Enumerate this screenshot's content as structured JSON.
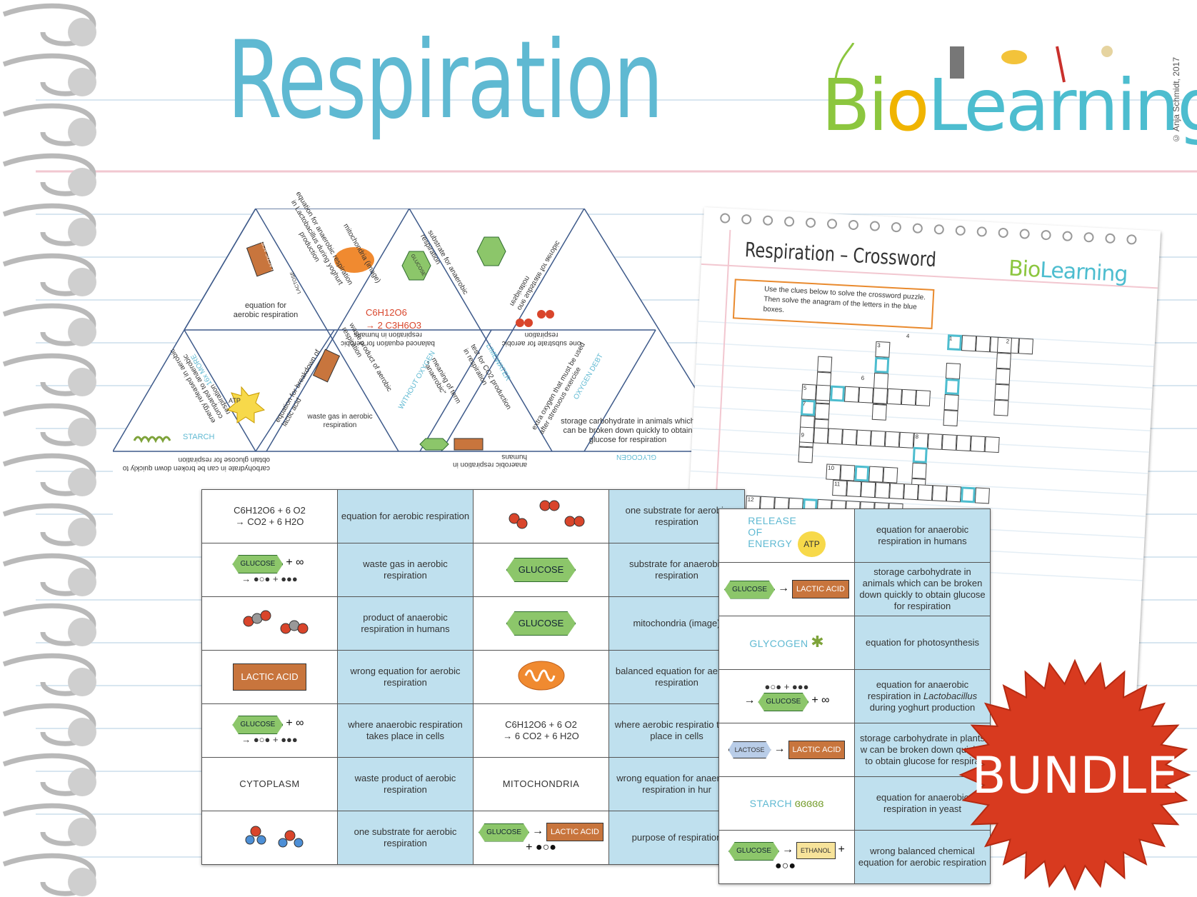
{
  "page": {
    "title": "Respiration",
    "logo": "BioLearning",
    "copyright": "© Anja Schmidt, 2017",
    "badge": "BUNDLE"
  },
  "colors": {
    "title_blue": "#5fb9d2",
    "logo_green": "#8cc63f",
    "cell_blue": "#bfe0ee",
    "badge_red": "#d83a1f",
    "equation_red": "#d9452b"
  },
  "tarsia": {
    "labels": {
      "equation_aerobic": "equation for aerobic respiration",
      "yoghurt": "equation for anaerobic respiration in Lactobacillus during yoghurt production",
      "mitochondria_image": "mitochondria (image)",
      "substrate_anaerobic": "substrate for anaerobic respiration",
      "one_substrate": "one substrate for aerobic respiration",
      "formula_top": "C6H12O6",
      "formula_bottom": "→ 2 C3H6O3",
      "lactic_acid_small": "LACTIC ACID",
      "lactose_small": "LACTOSE",
      "glucose_small": "GLUCOSE",
      "energy_released": "energy released in aerobic compared to anaerobic respiration",
      "breakdown_lactic": "equation for breakdown of lactic acid",
      "waste_product_aerobic": "waste product of aerobic respiration",
      "balanced_equation": "balanced equation for aerobic respiration in humans",
      "meaning_anaerobic": "meaning of term \"anaerobic\"",
      "test_co2": "test for CO2 production in respiration",
      "one_substrate_flip": "one substrate for aerobic respiration",
      "extra_oxygen": "extra oxygen that must be used after strenuous exercise",
      "times_more": "16x MORE",
      "without_oxygen": "WITHOUT OXYGEN",
      "limewater": "LIMEWATER",
      "oxygen_debt": "OXYGEN DEBT",
      "atp": "ATP",
      "starch": "STARCH",
      "waste_gas": "waste gas in aerobic respiration",
      "storage_animals": "storage carbohydrate in animals which can be broken down quickly to obtain glucose for respiration",
      "bottom_flip": "carbohydrate in can be broken down quickly to obtain glucose for respiration",
      "anaerobic_flip": "anaerobic respiration in humans",
      "glycogen": "GLYCOGEN"
    }
  },
  "crossword": {
    "title": "Respiration – Crossword",
    "instructions_line1": "Use the clues below to solve the crossword puzzle.",
    "instructions_line2": "Then solve the anagram of the letters in the blue boxes.",
    "logo": "BioLearning",
    "clue_numbers": [
      "1",
      "2",
      "3",
      "4",
      "5",
      "6",
      "7",
      "8",
      "9",
      "10",
      "11",
      "12"
    ]
  },
  "dominoes_left": {
    "rows": [
      {
        "c1_top": "C6H12O6 + 6 O2",
        "c1_bottom": "→   CO2 + 6 H2O",
        "c2": "equation for aerobic respiration",
        "c3": "",
        "c4": "one substrate for aerobic respiration"
      },
      {
        "c1_hex": "GLUCOSE",
        "c2": "waste gas in aerobic respiration",
        "c3_hex": "GLUCOSE",
        "c4": "substrate for anaerobic respiration"
      },
      {
        "c1": "",
        "c2": "product of anaerobic respiration in humans",
        "c3_hex": "GLUCOSE",
        "c4": "mitochondria (image)"
      },
      {
        "c1_lactic": "LACTIC ACID",
        "c2": "wrong equation for aerobic respiration",
        "c3": "",
        "c4": "balanced equation for aerobic respiration"
      },
      {
        "c1_hex": "GLUCOSE",
        "c2": "where anaerobic respiration takes place in cells",
        "c3_top": "C6H12O6 + 6 O2",
        "c3_bottom": "→ 6 CO2 + 6 H2O",
        "c4": "where aerobic respiratio takes place in cells"
      },
      {
        "c1": "CYTOPLASM",
        "c2": "waste product of aerobic respiration",
        "c3": "MITOCHONDRIA",
        "c4": "wrong equation for anaerobic respiration in hur"
      },
      {
        "c1": "",
        "c2": "one substrate for aerobic respiration",
        "c3_hex": "GLUCOSE",
        "c3_lactic": "LACTIC ACID",
        "c4": "purpose of respiration"
      }
    ]
  },
  "dominoes_right": {
    "rows": [
      {
        "c1": "RELEASE OF ENERGY",
        "c1_atp": "ATP",
        "c2": "equation for anaerobic respiration in humans"
      },
      {
        "c1_hex": "GLUCOSE",
        "c1_lactic": "LACTIC ACID",
        "c2": "storage carbohydrate in animals which can be broken down quickly to obtain glucose for respiration"
      },
      {
        "c1": "GLYCOGEN",
        "c2": "equation for photosynthesis"
      },
      {
        "c1_hex": "GLUCOSE",
        "c2_pre": "equation for anaerobic respiration in",
        "c2_italic": "Lactobacillus",
        "c2_post": "during yoghurt production"
      },
      {
        "c1_lactose": "LACTOSE",
        "c1_lactic": "LACTIC ACID",
        "c2": "storage carbohydrate in plants w can be broken down quickly to obtain glucose for respira"
      },
      {
        "c1": "STARCH",
        "c2": "equation for anaerobic respiration in yeast"
      },
      {
        "c1_hex": "GLUCOSE",
        "c1_ethanol": "ETHANOL",
        "c2": "wrong balanced chemical equation for aerobic respiration"
      }
    ]
  }
}
